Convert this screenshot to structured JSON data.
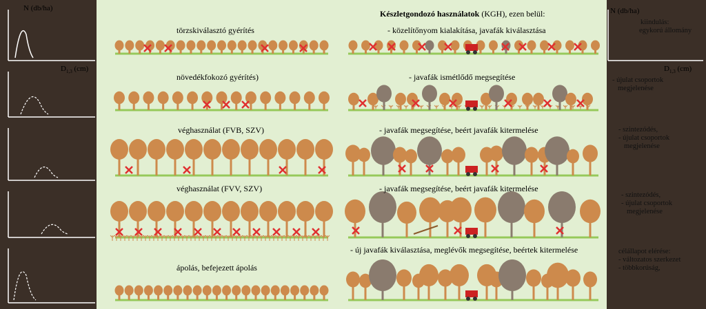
{
  "left_axis": {
    "y_label": "N (db/ha)",
    "x_label": "D",
    "x_sub": "1,3",
    "x_unit": " (cm)"
  },
  "right_axis": {
    "y_label": "N (db/ha)",
    "x_label": "D",
    "x_sub": "1,3",
    "x_unit": " (cm)"
  },
  "left_column": [
    "törzskiválasztó gyérítés",
    "növedékfokozó gyérítés)",
    "véghasználat  (FVB, SZV)",
    "véghasználat  (FVV, SZV)",
    "ápolás, befejezett  ápolás"
  ],
  "right_column": {
    "heading_bold": "Készletgondozó használatok",
    "heading_rest": " (KGH), ezen belül:",
    "items": [
      "- közelítőnyom kialakítása, javafák  kiválasztása",
      "- javafák  ismétlődő megsegítése",
      "- javafák  megsegítése,  beért javafák  kitermelése",
      "- javafák  megsegítése,  beért javafák  kitermelése",
      "- új javafák  kiválasztása,  meglévők  megsegítése,  beértek kitermelése"
    ]
  },
  "right_notes": [
    [
      "kiindulás:",
      "egykorú állomány"
    ],
    [
      "- újulat csoportok",
      "megjelenése"
    ],
    [
      "- szintezódés,",
      "- újulat csoportok",
      "megjelenése"
    ],
    [
      "- szintezódés,",
      "- újulat csoportok",
      "megjelenése"
    ],
    [
      "célállapot elérése:",
      "- változatos szerkezet",
      "- többkorúság,"
    ]
  ],
  "colors": {
    "orange_tree": "#cd8a4c",
    "grey_tree": "#8a7b6e",
    "ground": "#96c95a",
    "cut_mark": "#e03030",
    "tractor": "#cc2222",
    "bg_mid": "#e2efd2",
    "bg_side": "#3b2f27"
  }
}
